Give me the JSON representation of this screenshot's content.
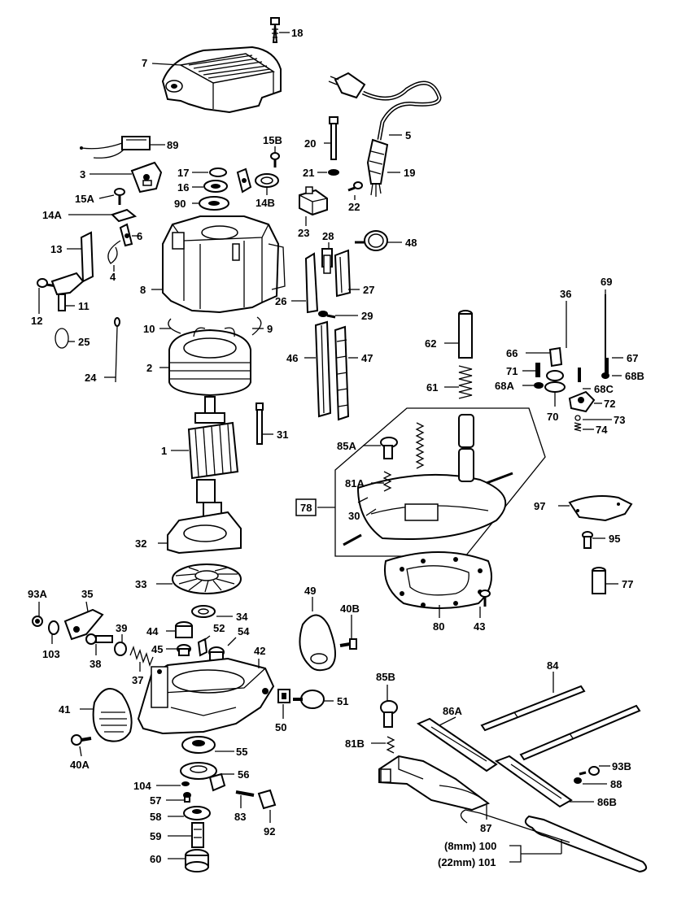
{
  "labels": {
    "l18": "18",
    "l7": "7",
    "l89": "89",
    "l15B": "15B",
    "l20": "20",
    "l5": "5",
    "l3": "3",
    "l17": "17",
    "l16": "16",
    "l14B": "14B",
    "l21": "21",
    "l19": "19",
    "l15A": "15A",
    "l90": "90",
    "l22": "22",
    "l14A": "14A",
    "l23": "23",
    "l6": "6",
    "l28": "28",
    "l48": "48",
    "l13": "13",
    "l4": "4",
    "l8": "8",
    "l27": "27",
    "l12": "12",
    "l11": "11",
    "l26": "26",
    "l29": "29",
    "l36": "36",
    "l69": "69",
    "l10": "10",
    "l9": "9",
    "l25": "25",
    "l62": "62",
    "l66": "66",
    "l67": "67",
    "l2": "2",
    "l46": "46",
    "l47": "47",
    "l71": "71",
    "l68A": "68A",
    "l68B": "68B",
    "l68C": "68C",
    "l24": "24",
    "l61": "61",
    "l72": "72",
    "l70": "70",
    "l73": "73",
    "l74": "74",
    "l31": "31",
    "l1": "1",
    "l85A": "85A",
    "l81A": "81A",
    "l78": "78",
    "l30": "30",
    "l97": "97",
    "l95": "95",
    "l32": "32",
    "l77": "77",
    "l33": "33",
    "l80": "80",
    "l43": "43",
    "l93A": "93A",
    "l35": "35",
    "l34": "34",
    "l49": "49",
    "l40B": "40B",
    "l39": "39",
    "l44": "44",
    "l52": "52",
    "l54": "54",
    "l103": "103",
    "l45": "45",
    "l38": "38",
    "l37": "37",
    "l42": "42",
    "l84": "84",
    "l85B": "85B",
    "l41": "41",
    "l51": "51",
    "l50": "50",
    "l86A": "86A",
    "l55": "55",
    "l81B": "81B",
    "l40A": "40A",
    "l56": "56",
    "l93B": "93B",
    "l104": "104",
    "l88": "88",
    "l57": "57",
    "l86B": "86B",
    "l83": "83",
    "l58": "58",
    "l92": "92",
    "l87": "87",
    "l59": "59",
    "l100": "(8mm) 100",
    "l101": "(22mm) 101",
    "l60": "60"
  }
}
